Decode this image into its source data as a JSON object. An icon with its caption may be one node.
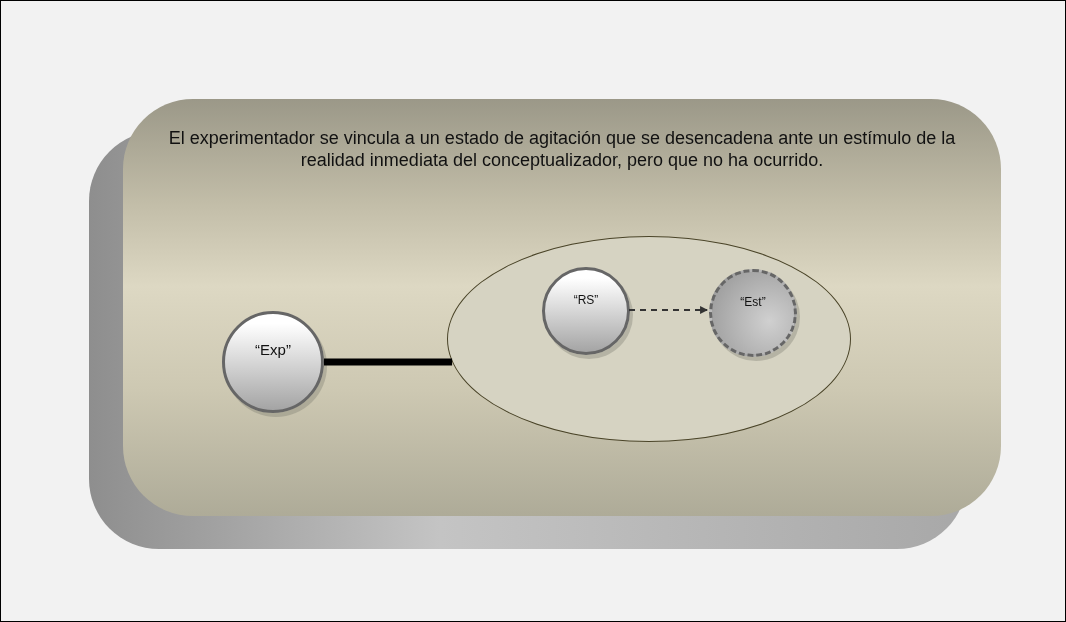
{
  "diagram": {
    "nodes": [
      {
        "text": [
          "El experimentador se vincula a un estado de agitación que se desencadena ante un estímulo de la realidad inmediata del conceptualizador, pero que no ha ocurrido."
        ]
      },
      {
        "text": [
          "“Exp”"
        ],
        "in": 0
      },
      {
        "text": [],
        "shape": "ellipse",
        "in": 0
      },
      {
        "text": [
          "“RS”"
        ],
        "in": 2
      },
      {
        "text": [
          "“Est”"
        ],
        "in": 2
      }
    ],
    "edges": [
      {
        "from": 1,
        "to": 2,
        "arrow": "none",
        "style": "thick"
      },
      {
        "from": 3,
        "to": 4,
        "arrow": "to",
        "style": "dashed"
      }
    ]
  }
}
